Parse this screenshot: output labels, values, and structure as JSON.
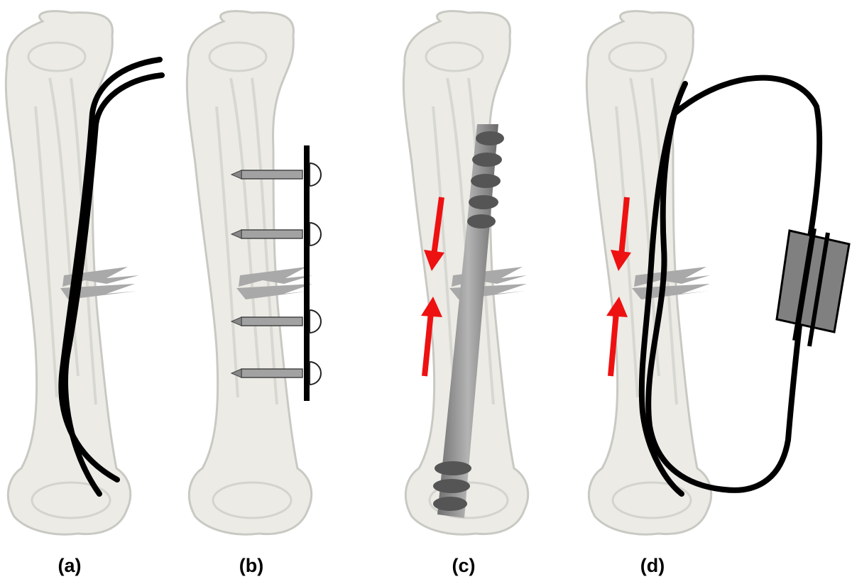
{
  "panels": [
    {
      "label": "(a)"
    },
    {
      "label": "(b)"
    },
    {
      "label": "(c)"
    },
    {
      "label": "(d)"
    }
  ],
  "colors": {
    "bone_fill": "#ecebe6",
    "bone_line": "#c9c9c4",
    "implant": "#000000",
    "fracture": "#a9a9a9",
    "compression_arrow": "#ee1111",
    "screw_body": "#8e8e8e",
    "fixator_block": "#808080"
  }
}
